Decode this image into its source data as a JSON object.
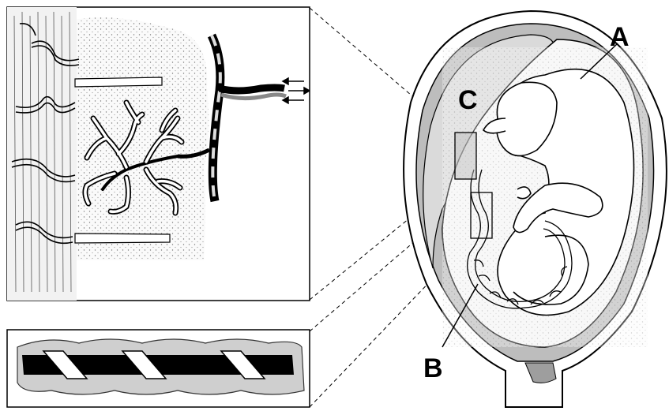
{
  "labels": {
    "a": "A",
    "b": "B",
    "c": "C"
  },
  "colors": {
    "line": "#000000",
    "uterine_wall": "#b9b9b9",
    "placenta": "#d8d8d8",
    "amnion_fill": "#f4f4f4",
    "cord_sheath": "#cfcfcf",
    "stipple": "#8a8a8a"
  }
}
